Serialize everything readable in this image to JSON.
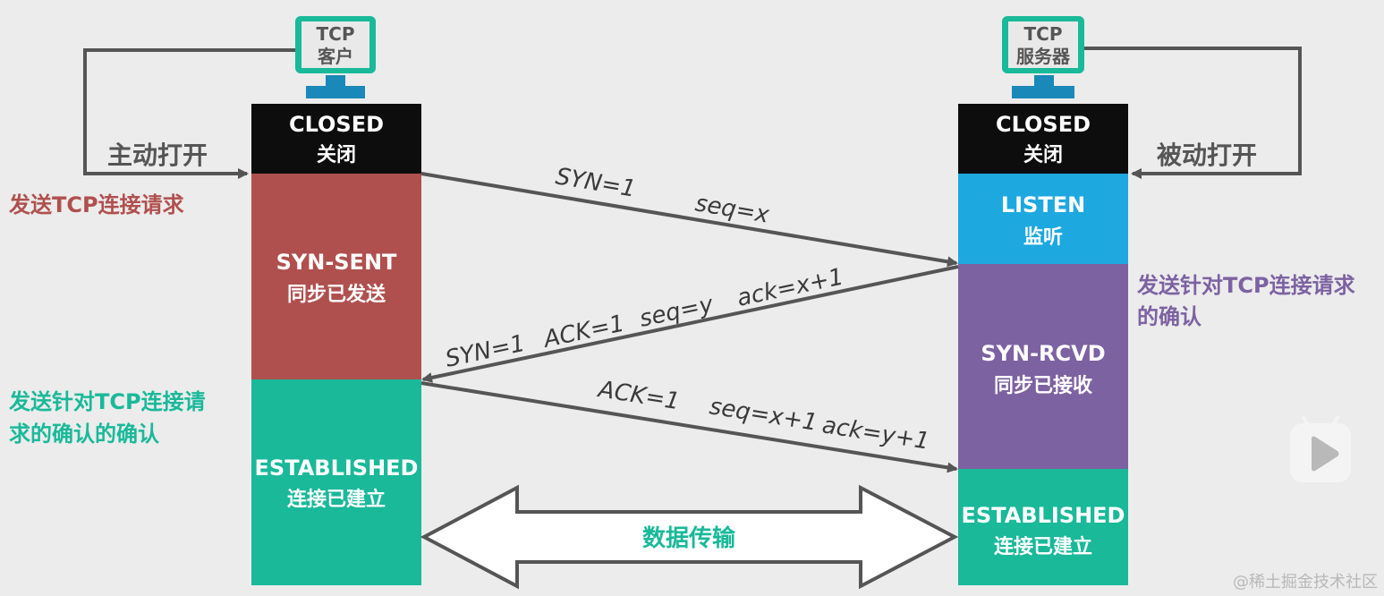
{
  "client": {
    "computer_label_1": "TCP",
    "computer_label_2": "客户",
    "states": [
      {
        "title": "CLOSED",
        "subtitle": "关闭",
        "color": "#0d0d0d"
      },
      {
        "title": "SYN-SENT",
        "subtitle": "同步已发送",
        "color": "#b0504e"
      },
      {
        "title": "ESTABLISHED",
        "subtitle": "连接已建立",
        "color": "#19b99a"
      }
    ],
    "active_open": "主动打开",
    "send_request": "发送TCP连接请求",
    "send_ack_line1": "发送针对TCP连接请",
    "send_ack_line2": "求的确认的确认"
  },
  "server": {
    "computer_label_1": "TCP",
    "computer_label_2": "服务器",
    "states": [
      {
        "title": "CLOSED",
        "subtitle": "关闭",
        "color": "#0d0d0d"
      },
      {
        "title": "LISTEN",
        "subtitle": "监听",
        "color": "#1ea8e0"
      },
      {
        "title": "SYN-RCVD",
        "subtitle": "同步已接收",
        "color": "#7d62a2"
      },
      {
        "title": "ESTABLISHED",
        "subtitle": "连接已建立",
        "color": "#19b99a"
      }
    ],
    "passive_open": "被动打开",
    "send_syn_ack_line1": "发送针对TCP连接请求",
    "send_syn_ack_line2": "的确认"
  },
  "messages": {
    "m1": {
      "syn": "SYN=1",
      "seq": "seq=x"
    },
    "m2": {
      "syn": "SYN=1",
      "ack_flag": "ACK=1",
      "seq": "seq=y",
      "ack": "ack=x+1"
    },
    "m3": {
      "ack_flag": "ACK=1",
      "seq": "seq=x+1",
      "ack": "ack=y+1"
    }
  },
  "data_transfer": "数据传输",
  "watermark": "@稀土掘金技术社区",
  "colors": {
    "red_label": "#b0504e",
    "teal_label": "#19b99a",
    "purple_label": "#7d62a2",
    "monitor_frame": "#19b99a",
    "monitor_stand": "#1a88b8",
    "line_gray": "#555555"
  },
  "icons": [
    "play-button-icon"
  ]
}
